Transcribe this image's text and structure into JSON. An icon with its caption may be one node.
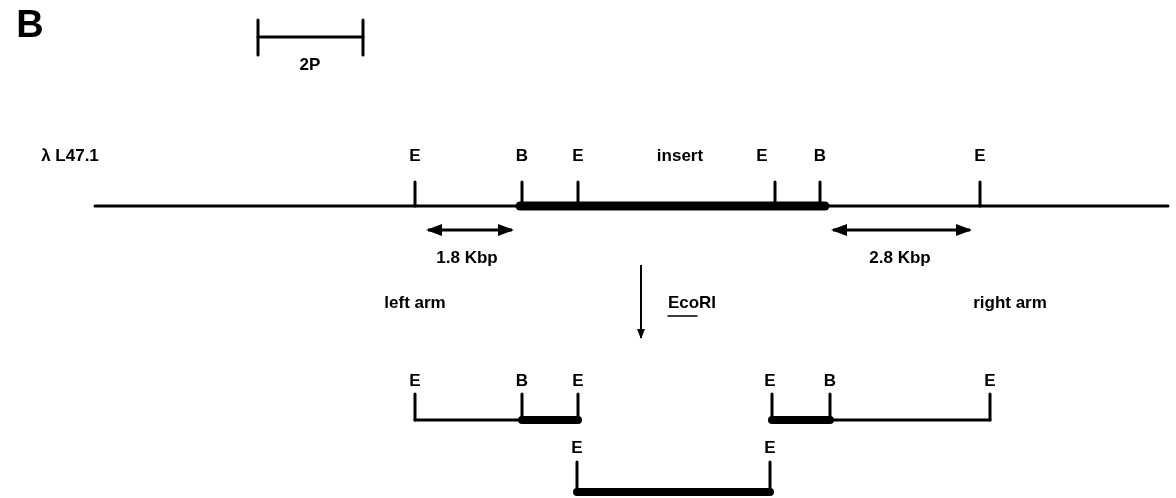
{
  "diagram": {
    "labels": [
      "B",
      "2P",
      "λ L47.1",
      "E",
      "B",
      "E",
      "insert",
      "E",
      "B",
      "E",
      "1.8 Kbp",
      "2.8 Kbp",
      "left arm",
      "EcoRI",
      "right arm",
      "E",
      "B",
      "E",
      "E",
      "B",
      "E",
      "E",
      "E"
    ]
  }
}
